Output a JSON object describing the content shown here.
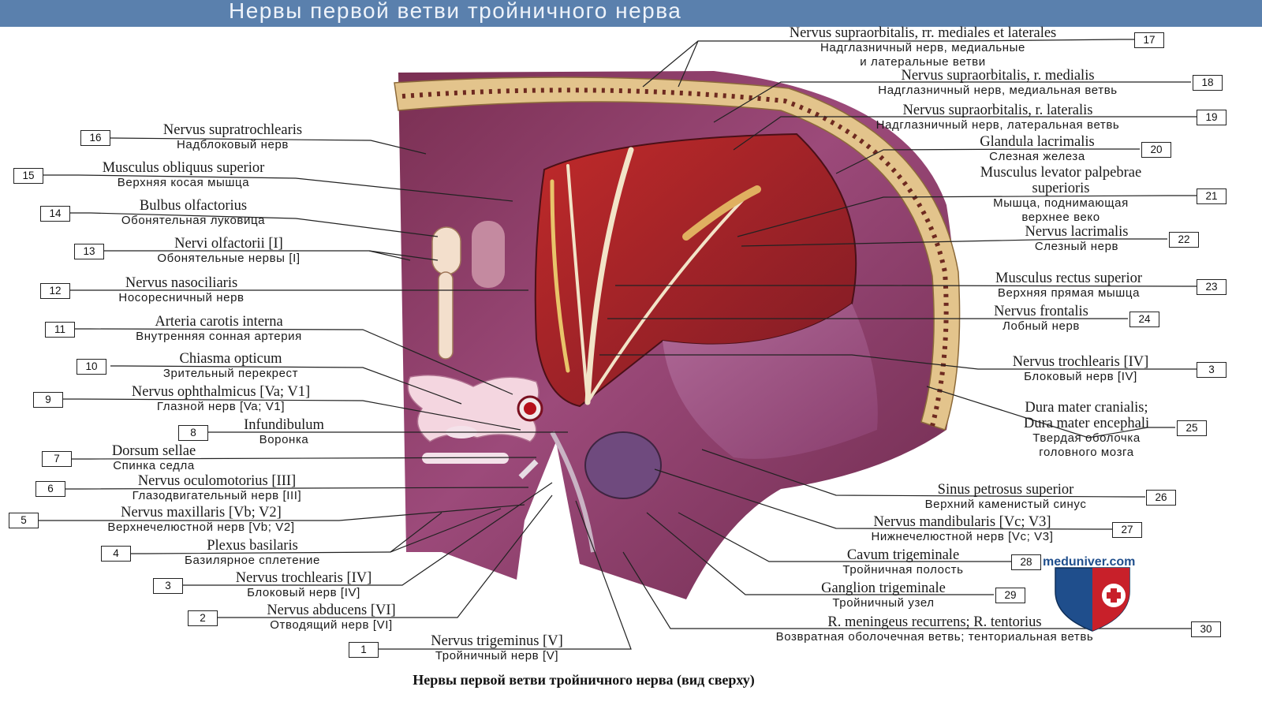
{
  "header": {
    "title": "Нервы первой ветви тройничного нерва"
  },
  "caption": "Нервы первой ветви тройничного нерва (вид сверху)",
  "watermark": {
    "site": "meduniver.com"
  },
  "colors": {
    "header_bg": "#5a80ad",
    "tissue": "#8f3f6a",
    "bone": "#e3c48c",
    "muscle": "#b3262b",
    "nerve": "#f2e4c8",
    "leader": "#222222"
  },
  "labels": {
    "l17": {
      "num": "17",
      "latin": "Nervus supraorbitalis, rr. mediales et laterales",
      "russian": "Надглазничный нерв, медиальные",
      "russian2": "и латеральные ветви"
    },
    "l18": {
      "num": "18",
      "latin": "Nervus supraorbitalis, r. medialis",
      "russian": "Надглазничный нерв, медиальная ветвь"
    },
    "l19": {
      "num": "19",
      "latin": "Nervus supraorbitalis, r. lateralis",
      "russian": "Надглазничный нерв, латеральная ветвь"
    },
    "l20": {
      "num": "20",
      "latin": "Glandula lacrimalis",
      "russian": "Слезная железа"
    },
    "l21": {
      "num": "21",
      "latin": "Musculus levator palpebrae",
      "latin2": "superioris",
      "russian": "Мышца, поднимающая",
      "russian2": "верхнее веко"
    },
    "l22": {
      "num": "22",
      "latin": "Nervus lacrimalis",
      "russian": "Слезный нерв"
    },
    "l23": {
      "num": "23",
      "latin": "Musculus rectus superior",
      "russian": "Верхняя прямая мышца"
    },
    "l24": {
      "num": "24",
      "latin": "Nervus frontalis",
      "russian": "Лобный нерв"
    },
    "l3r": {
      "num": "3",
      "latin": "Nervus trochlearis [IV]",
      "russian": "Блоковый нерв [IV]"
    },
    "l25": {
      "num": "25",
      "latin": "Dura mater cranialis;",
      "latin2": "Dura mater encephali",
      "russian": "Твердая оболочка",
      "russian2": "головного мозга"
    },
    "l26": {
      "num": "26",
      "latin": "Sinus petrosus superior",
      "russian": "Верхний каменистый синус"
    },
    "l27": {
      "num": "27",
      "latin": "Nervus mandibularis [Vc; V3]",
      "russian": "Нижнечелюстной нерв [Vc; V3]"
    },
    "l28": {
      "num": "28",
      "latin": "Cavum trigeminale",
      "russian": "Тройничная полость"
    },
    "l29": {
      "num": "29",
      "latin": "Ganglion trigeminale",
      "russian": "Тройничный узел"
    },
    "l30": {
      "num": "30",
      "latin": "R. meningeus recurrens; R. tentorius",
      "russian": "Возвратная оболочечная ветвь; тенториальная ветвь"
    },
    "l16": {
      "num": "16",
      "latin": "Nervus supratrochlearis",
      "russian": "Надблоковый нерв"
    },
    "l15": {
      "num": "15",
      "latin": "Musculus obliquus superior",
      "russian": "Верхняя косая мышца"
    },
    "l14": {
      "num": "14",
      "latin": "Bulbus olfactorius",
      "russian": "Обонятельная луковица"
    },
    "l13": {
      "num": "13",
      "latin": "Nervi olfactorii [I]",
      "russian": "Обонятельные нервы [I]"
    },
    "l12": {
      "num": "12",
      "latin": "Nervus nasociliaris",
      "russian": "Носоресничный нерв"
    },
    "l11": {
      "num": "11",
      "latin": "Arteria carotis interna",
      "russian": "Внутренняя сонная артерия"
    },
    "l10": {
      "num": "10",
      "latin": "Chiasma opticum",
      "russian": "Зрительный перекрест"
    },
    "l9": {
      "num": "9",
      "latin": "Nervus ophthalmicus [Va; V1]",
      "russian": "Глазной нерв [Va; V1]"
    },
    "l8": {
      "num": "8",
      "latin": "Infundibulum",
      "russian": "Воронка"
    },
    "l7": {
      "num": "7",
      "latin": "Dorsum sellae",
      "russian": "Спинка седла"
    },
    "l6": {
      "num": "6",
      "latin": "Nervus oculomotorius [III]",
      "russian": "Глазодвигательный нерв [III]"
    },
    "l5": {
      "num": "5",
      "latin": "Nervus maxillaris [Vb; V2]",
      "russian": "Верхнечелюстной нерв [Vb; V2]"
    },
    "l4": {
      "num": "4",
      "latin": "Plexus basilaris",
      "russian": "Базилярное сплетение"
    },
    "l3l": {
      "num": "3",
      "latin": "Nervus trochlearis [IV]",
      "russian": "Блоковый нерв [IV]"
    },
    "l2": {
      "num": "2",
      "latin": "Nervus abducens [VI]",
      "russian": "Отводящий нерв [VI]"
    },
    "l1": {
      "num": "1",
      "latin": "Nervus trigeminus [V]",
      "russian": "Тройничный нерв [V]"
    }
  }
}
